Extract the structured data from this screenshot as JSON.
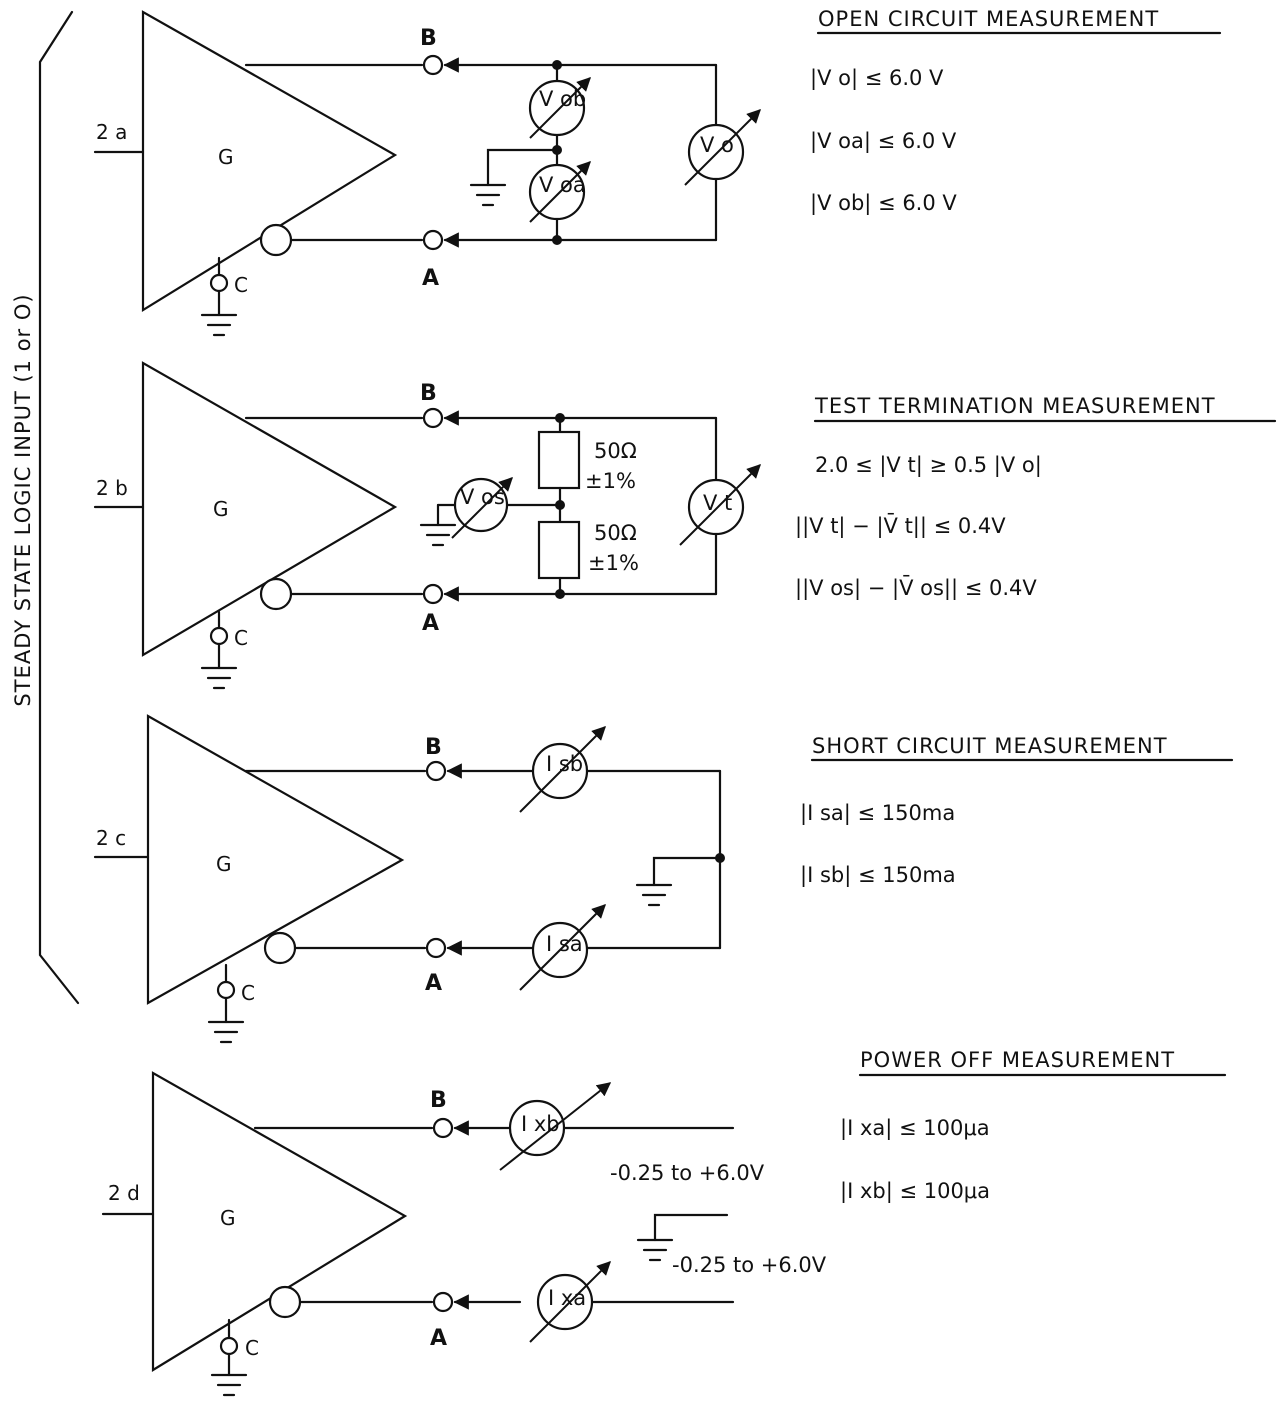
{
  "side_label": "STEADY STATE LOGIC INPUT  (1 or O)",
  "gate_label": "G",
  "terminal_a": "A",
  "terminal_b": "B",
  "common_label": "C",
  "sections": [
    {
      "id": "2a",
      "input_label": "2 a",
      "title": "OPEN CIRCUIT MEASUREMENT",
      "meters": {
        "ob": "V ob",
        "oa": "V oa",
        "o": "V o"
      },
      "equations": [
        "|V o| ≤ 6.0 V",
        "|V oa| ≤ 6.0 V",
        "|V ob| ≤ 6.0 V"
      ]
    },
    {
      "id": "2b",
      "input_label": "2 b",
      "title": "TEST TERMINATION MEASUREMENT",
      "meters": {
        "os": "V os",
        "t": "V t"
      },
      "resistor_upper": [
        "50Ω",
        "±1%"
      ],
      "resistor_lower": [
        "50Ω",
        "±1%"
      ],
      "equations": [
        "2.0 ≤ |V t| ≥ 0.5 |V o|",
        "||V t| − |V̄ t|| ≤ 0.4V",
        "||V os| − |V̄ os|| ≤ 0.4V"
      ]
    },
    {
      "id": "2c",
      "input_label": "2 c",
      "title": "SHORT CIRCUIT MEASUREMENT",
      "meters": {
        "sb": "I sb",
        "sa": "I sa"
      },
      "equations": [
        "|I sa| ≤ 150ma",
        "|I sb| ≤ 150ma"
      ]
    },
    {
      "id": "2d",
      "input_label": "2 d",
      "title": "POWER OFF MEASUREMENT",
      "meters": {
        "xb": "I xb",
        "xa": "I xa"
      },
      "supply_upper": "-0.25  to  +6.0V",
      "supply_lower": "-0.25  to +6.0V",
      "equations": [
        "|I xa| ≤ 100μa",
        "|I xb| ≤ 100μa"
      ]
    }
  ]
}
